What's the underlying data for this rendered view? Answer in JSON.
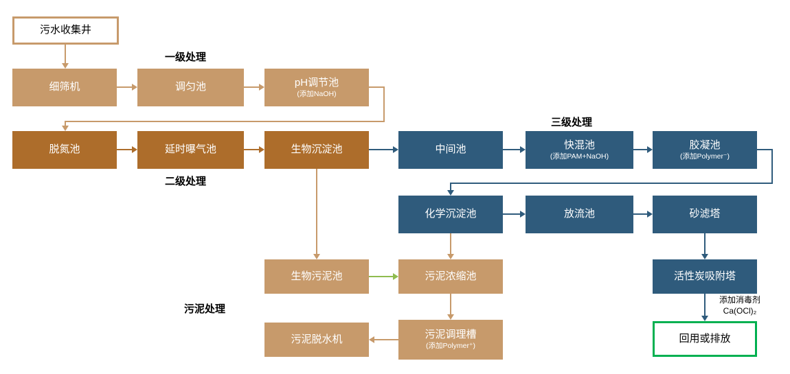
{
  "diagram": {
    "stages": {
      "primary": "一级处理",
      "secondary": "二级处理",
      "tertiary": "三级处理",
      "sludge": "污泥处理"
    },
    "nodes": {
      "collection_well": {
        "label": "污水收集井"
      },
      "fine_screen": {
        "label": "细筛机"
      },
      "equalization_tank": {
        "label": "调匀池"
      },
      "ph_adjust_tank": {
        "label": "pH调节池",
        "sub": "(添加NaOH)"
      },
      "denitrification_tank": {
        "label": "脱氮池"
      },
      "extended_aeration_tank": {
        "label": "延时曝气池"
      },
      "bio_sedimentation_tank": {
        "label": "生物沉淀池"
      },
      "intermediate_tank": {
        "label": "中间池"
      },
      "rapid_mix_tank": {
        "label": "快混池",
        "sub": "(添加PAM+NaOH)"
      },
      "coagulation_tank": {
        "label": "胶凝池",
        "sub": "(添加Polymer⁻)"
      },
      "chemical_sedimentation_tank": {
        "label": "化学沉淀池"
      },
      "effluent_tank": {
        "label": "放流池"
      },
      "sand_filter_tower": {
        "label": "砂滤塔"
      },
      "bio_sludge_tank": {
        "label": "生物污泥池"
      },
      "sludge_thickening_tank": {
        "label": "污泥浓缩池"
      },
      "activated_carbon_tower": {
        "label": "活性炭吸附塔"
      },
      "sludge_dewatering_machine": {
        "label": "污泥脱水机"
      },
      "sludge_conditioning_tank": {
        "label": "污泥调理槽",
        "sub": "(添加Polymer⁺)"
      },
      "reuse_or_discharge": {
        "label": "回用或排放"
      }
    },
    "annotation": {
      "line1": "添加消毒剂",
      "line2": "Ca(OCl)₂"
    },
    "colors": {
      "tan": "#C79A6B",
      "brown": "#AD6D2B",
      "blue": "#2F5B7C",
      "green_border": "#00B050",
      "green_arrow": "#8FBC4F"
    }
  }
}
